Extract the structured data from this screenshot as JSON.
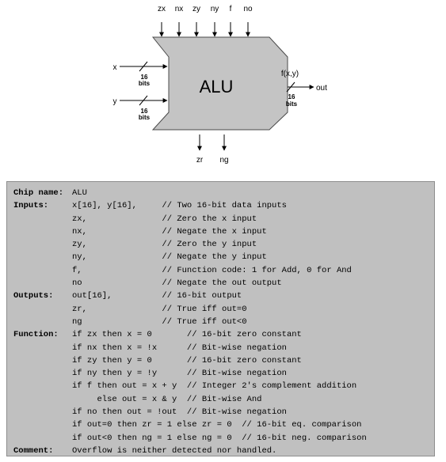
{
  "diagram": {
    "chip_label": "ALU",
    "control_inputs": [
      "zx",
      "nx",
      "zy",
      "ny",
      "f",
      "no"
    ],
    "data_inputs": [
      {
        "name": "x",
        "width_top": "16",
        "width_bottom": "bits"
      },
      {
        "name": "y",
        "width_top": "16",
        "width_bottom": "bits"
      }
    ],
    "function_label": "f(x,y)",
    "output": {
      "name": "out",
      "width_top": "16",
      "width_bottom": "bits"
    },
    "status_outputs": [
      "zr",
      "ng"
    ]
  },
  "spec": {
    "rows": [
      {
        "label": "Chip name:",
        "code": "ALU"
      },
      {
        "label": "Inputs:",
        "code": "x[16], y[16],     // Two 16-bit data inputs"
      },
      {
        "label": "",
        "code": "zx,               // Zero the x input"
      },
      {
        "label": "",
        "code": "nx,               // Negate the x input"
      },
      {
        "label": "",
        "code": "zy,               // Zero the y input"
      },
      {
        "label": "",
        "code": "ny,               // Negate the y input"
      },
      {
        "label": "",
        "code": "f,                // Function code: 1 for Add, 0 for And"
      },
      {
        "label": "",
        "code": "no                // Negate the out output"
      },
      {
        "label": "Outputs:",
        "code": "out[16],          // 16-bit output"
      },
      {
        "label": "",
        "code": "zr,               // True iff out=0"
      },
      {
        "label": "",
        "code": "ng                // True iff out<0"
      },
      {
        "label": "Function:",
        "code": "if zx then x = 0       // 16-bit zero constant"
      },
      {
        "label": "",
        "code": "if nx then x = !x      // Bit-wise negation"
      },
      {
        "label": "",
        "code": "if zy then y = 0       // 16-bit zero constant"
      },
      {
        "label": "",
        "code": "if ny then y = !y      // Bit-wise negation"
      },
      {
        "label": "",
        "code": "if f then out = x + y  // Integer 2's complement addition"
      },
      {
        "label": "",
        "code": "     else out = x & y  // Bit-wise And"
      },
      {
        "label": "",
        "code": "if no then out = !out  // Bit-wise negation"
      },
      {
        "label": "",
        "code": "if out=0 then zr = 1 else zr = 0  // 16-bit eq. comparison"
      },
      {
        "label": "",
        "code": "if out<0 then ng = 1 else ng = 0  // 16-bit neg. comparison"
      },
      {
        "label": "Comment:",
        "code": "Overflow is neither detected nor handled."
      }
    ]
  }
}
